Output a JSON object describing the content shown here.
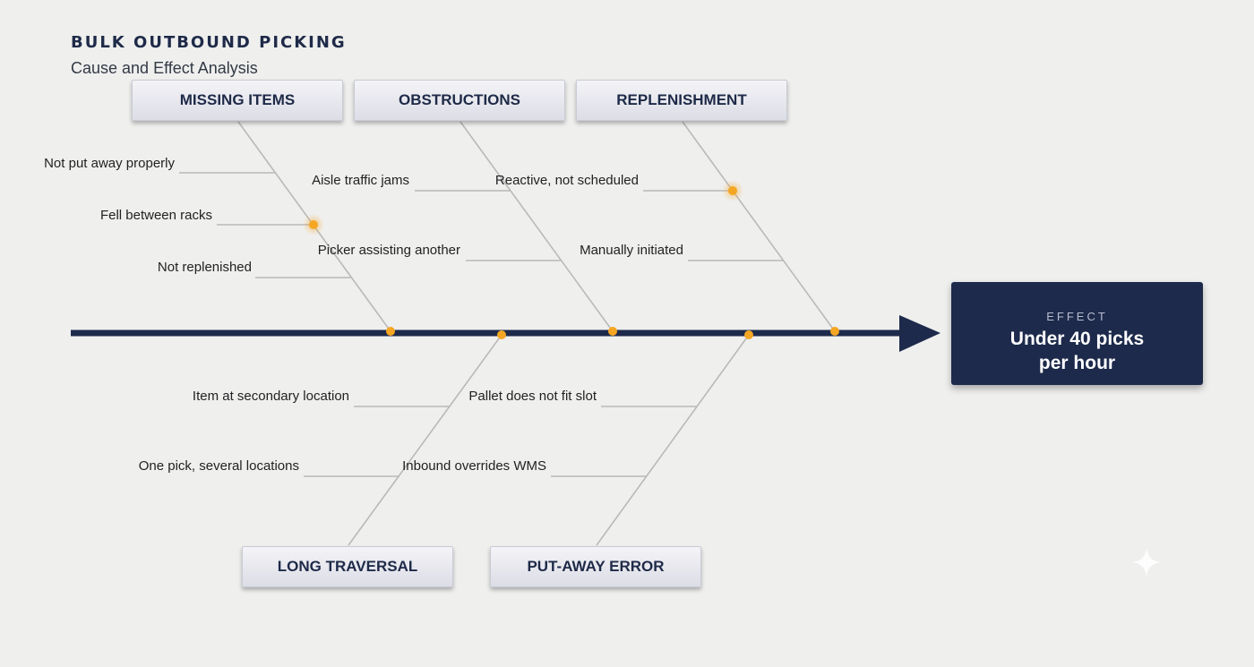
{
  "header": {
    "title": "BULK OUTBOUND PICKING",
    "subtitle": "Cause and Effect Analysis"
  },
  "colors": {
    "spine": "#1d2a4b",
    "bone": "#b9b9b9",
    "dot": "#f5a623",
    "effect_bg": "#1d2a4b"
  },
  "effect": {
    "label": "EFFECT",
    "text": "Under 40 picks per hour"
  },
  "categories": [
    {
      "label": "MISSING ITEMS",
      "causes": [
        "Not put away properly",
        "Fell between racks",
        "Not replenished"
      ]
    },
    {
      "label": "OBSTRUCTIONS",
      "causes": [
        "Aisle traffic jams",
        "Picker assisting another"
      ]
    },
    {
      "label": "REPLENISHMENT",
      "causes": [
        "Reactive, not scheduled",
        "Manually initiated"
      ]
    },
    {
      "label": "LONG TRAVERSAL",
      "causes": [
        "Item at secondary location",
        "One pick, several locations"
      ]
    },
    {
      "label": "PUT-AWAY ERROR",
      "causes": [
        "Pallet does not fit slot",
        "Inbound overrides WMS"
      ]
    }
  ],
  "icons": {
    "watermark": "sparkle-icon"
  }
}
